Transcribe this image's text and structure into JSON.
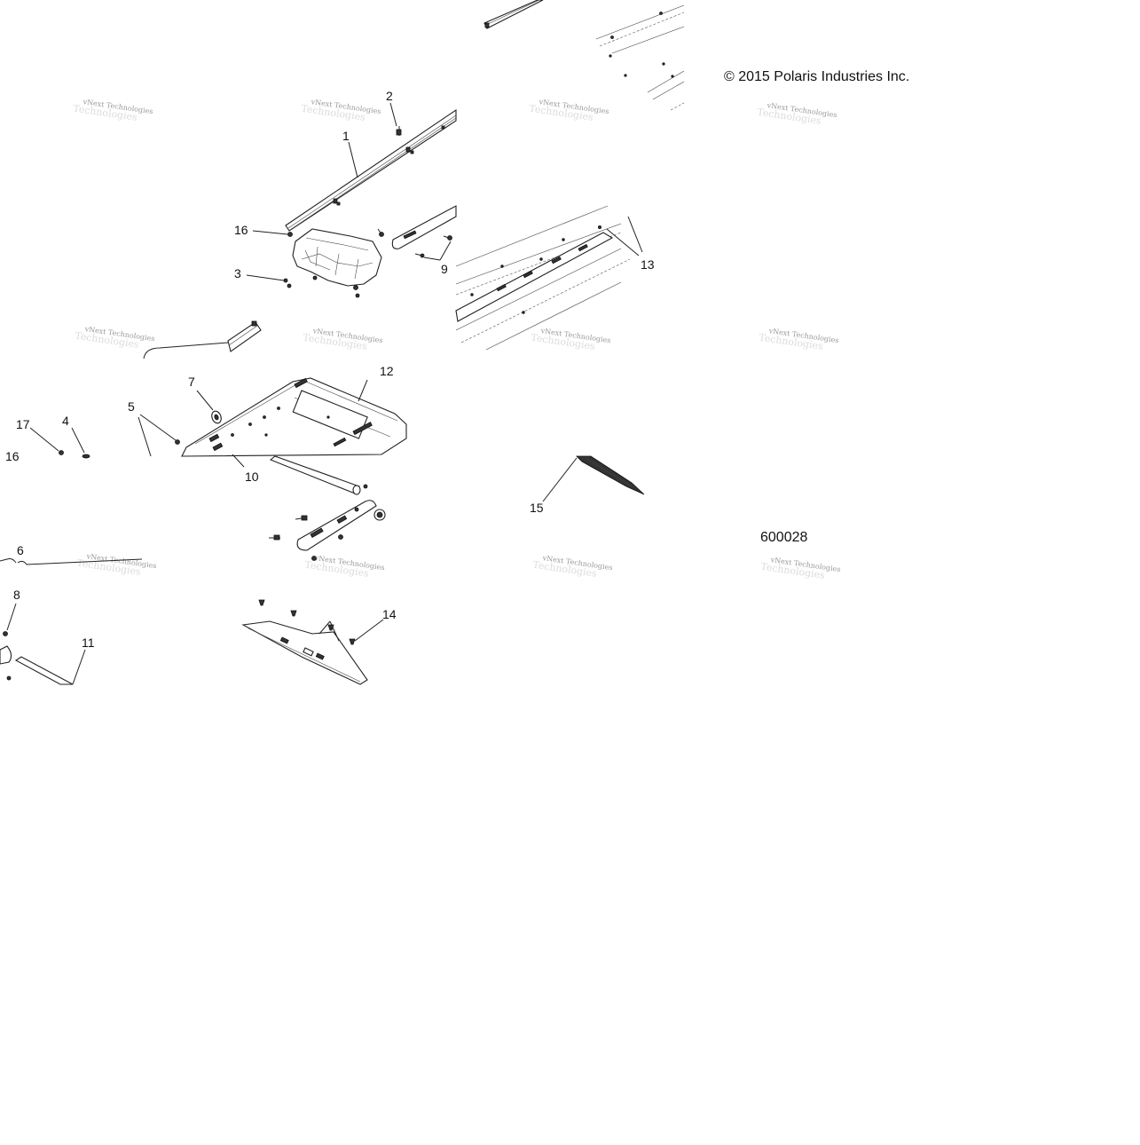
{
  "copyright": "© 2015 Polaris Industries Inc.",
  "diagram_id": "600028",
  "watermark": {
    "line1": "vNext Technologies",
    "line2": "Technologies"
  },
  "callouts": {
    "c1": "1",
    "c2": "2",
    "c3": "3",
    "c4": "4",
    "c5": "5",
    "c6": "6",
    "c7": "7",
    "c8": "8",
    "c9": "9",
    "c10": "10",
    "c11": "11",
    "c12": "12",
    "c13": "13",
    "c14": "14",
    "c15": "15",
    "c16a": "16",
    "c16b": "16",
    "c17": "17"
  }
}
